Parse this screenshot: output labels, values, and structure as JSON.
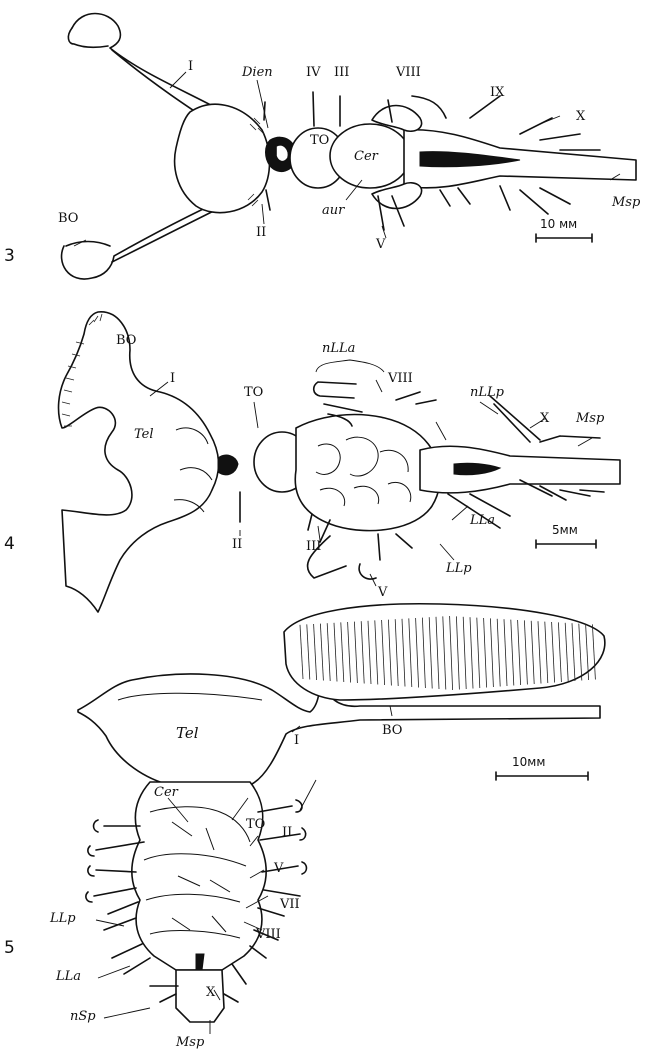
{
  "figure3": {
    "number": "3",
    "scale_bar": "10 мм",
    "labels": {
      "I": "I",
      "Dien": "Dien",
      "IV": "IV",
      "III": "III",
      "VIII": "VIII",
      "IX": "IX",
      "X": "X",
      "TO": "TO",
      "Cer": "Cer",
      "BO": "BO",
      "II": "II",
      "aur": "aur",
      "V": "V",
      "Msp": "Msp"
    }
  },
  "figure4": {
    "number": "4",
    "scale_bar": "5мм",
    "labels": {
      "BO": "BO",
      "I": "I",
      "Tel": "Tel",
      "TO": "TO",
      "nLLa": "nLLa",
      "VIII": "VIII",
      "nLLp": "nLLp",
      "X": "X",
      "Msp": "Msp",
      "II": "II",
      "III": "III",
      "LLa": "LLa",
      "LLp": "LLp",
      "V": "V"
    }
  },
  "figure5": {
    "number": "5",
    "scale_bar": "10мм",
    "labels": {
      "Tel": "Tel",
      "I": "I",
      "BO": "BO",
      "Cer": "Cer",
      "TO": "TO",
      "II": "II",
      "V": "V",
      "VII": "VII",
      "VIII": "VIII",
      "LLp": "LLp",
      "LLa": "LLa",
      "X": "X",
      "nSp": "nSp",
      "Msp": "Msp"
    }
  }
}
